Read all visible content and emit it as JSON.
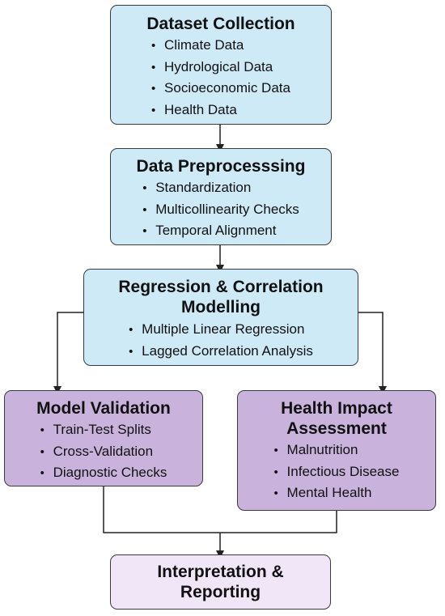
{
  "colors": {
    "blue_box": "#cfeaf7",
    "purple_box": "#c9b3dc",
    "lavender_box": "#f0e6f7",
    "border": "#3a3a3a",
    "arrow": "#222222"
  },
  "boxes": {
    "dataset_collection": {
      "title": "Dataset Collection",
      "items": [
        "Climate Data",
        "Hydrological Data",
        "Socioeconomic Data",
        "Health Data"
      ]
    },
    "data_preprocessing": {
      "title": "Data Preprocesssing",
      "items": [
        "Standardization",
        "Multicollinearity Checks",
        "Temporal Alignment"
      ]
    },
    "regression_modelling": {
      "title_line1": "Regression & Correlation",
      "title_line2": "Modelling",
      "items": [
        "Multiple Linear Regression",
        "Lagged Correlation Analysis"
      ]
    },
    "model_validation": {
      "title": "Model Validation",
      "items": [
        "Train-Test Splits",
        "Cross-Validation",
        "Diagnostic Checks"
      ]
    },
    "health_impact": {
      "title_line1": "Health Impact",
      "title_line2": "Assessment",
      "items": [
        "Malnutrition",
        "Infectious Disease",
        "Mental Health"
      ]
    },
    "interpretation": {
      "title_line1": "Interpretation &",
      "title_line2": "Reporting"
    }
  }
}
